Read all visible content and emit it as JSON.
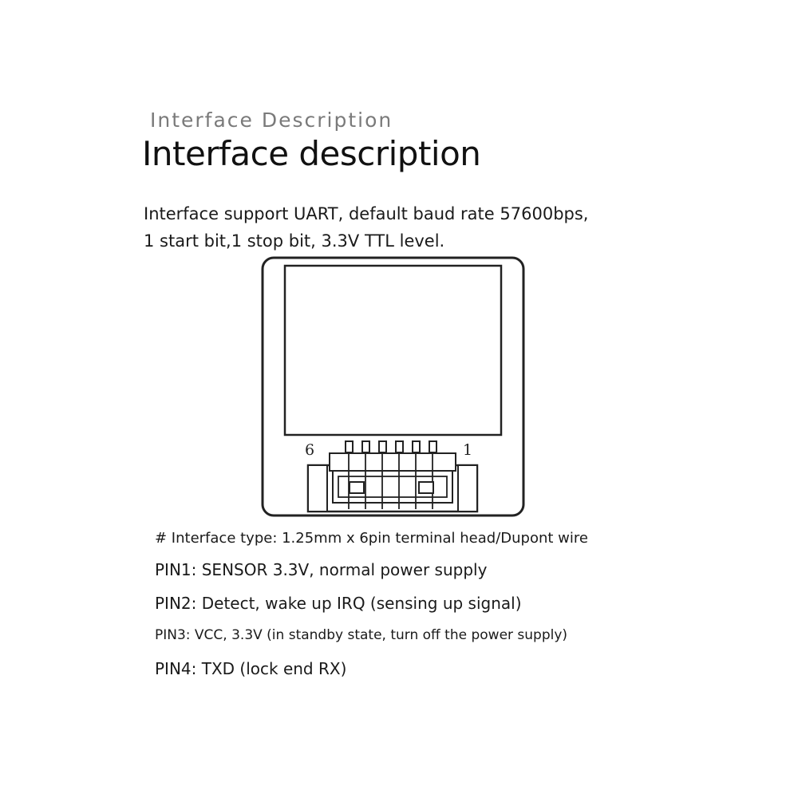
{
  "heading": {
    "subtitle": "Interface Description",
    "title": "Interface description"
  },
  "description": {
    "line1": "Interface support UART, default baud rate 57600bps,",
    "line2": "1 start bit,1 stop bit, 3.3V TTL level."
  },
  "diagram": {
    "label_left": "6",
    "label_right": "1",
    "pin_count": 6
  },
  "pins": {
    "type": "# Interface type: 1.25mm x 6pin terminal head/Dupont wire",
    "pin1": "PIN1: SENSOR 3.3V, normal power supply",
    "pin2": "PIN2: Detect, wake up IRQ (sensing up signal)",
    "pin3": "PIN3: VCC, 3.3V (in standby state, turn off the power supply)",
    "pin4": "PIN4: TXD (lock end RX)"
  }
}
